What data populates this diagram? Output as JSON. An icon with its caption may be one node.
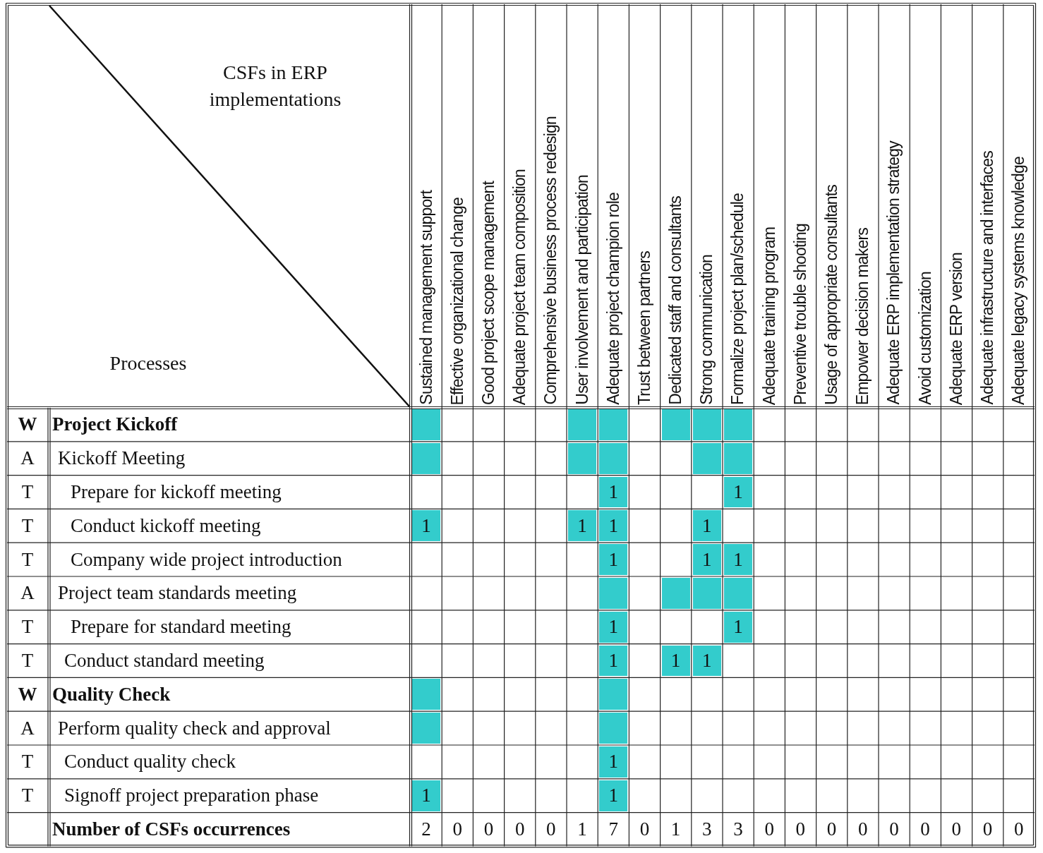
{
  "diagram": {
    "labels": [
      "CSFs in ERP implementations",
      "Processes",
      "Sustained management support",
      "Effective organizational  change",
      "Good project scope management",
      "Adequate project team composition",
      "Comprehensive business process redesign",
      "User involvement and participation",
      "Adequate project champion role",
      "Trust between partners",
      "Dedicated staff and consultants",
      "Strong communication",
      "Formalize project plan/schedule",
      "Adequate training program",
      "Preventive trouble shooting",
      "Usage of  appropriate consultants",
      "Empower decision makers",
      "Adequate ERP implementation strategy",
      "Avoid customization",
      "Adequate ERP version",
      "Adequate infrastructure and interfaces",
      "Adequate legacy systems  knowledge",
      "W",
      "Project Kickoff",
      "A",
      "Kickoff Meeting",
      "T",
      "Prepare for kickoff meeting",
      "1",
      "1",
      "T",
      "Conduct kickoff meeting",
      "1",
      "1",
      "1",
      "1",
      "T",
      "Company wide project introduction",
      "1",
      "1",
      "1",
      "A",
      "Project team standards meeting",
      "T",
      "Prepare for standard meeting",
      "1",
      "1",
      "T",
      "Conduct standard meeting",
      "1",
      "1",
      "1",
      "W",
      "Quality Check",
      "A",
      "Perform quality check and approval",
      "T",
      "Conduct quality check",
      "1",
      "T",
      "Signoff project preparation phase",
      "1",
      "1",
      "Number of CSFs occurrences",
      "2",
      "0",
      "0",
      "0",
      "0",
      "1",
      "7",
      "0",
      "1",
      "3",
      "3",
      "0",
      "0",
      "0",
      "0",
      "0",
      "0",
      "0",
      "0",
      "0"
    ]
  }
}
